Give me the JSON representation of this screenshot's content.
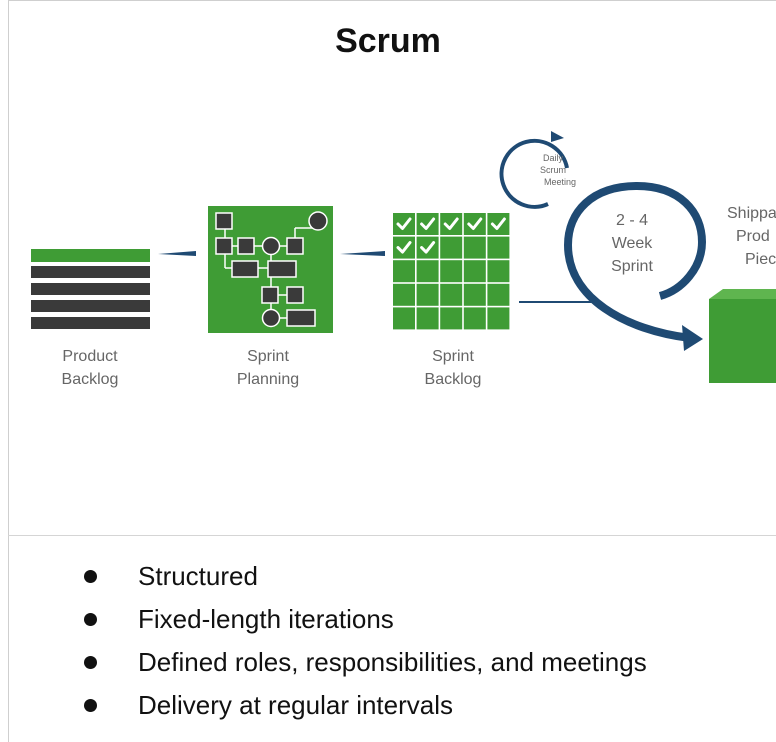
{
  "title": "Scrum",
  "diagram": {
    "stages": [
      {
        "line1": "Product",
        "line2": "Backlog"
      },
      {
        "line1": "Sprint",
        "line2": "Planning"
      },
      {
        "line1": "Sprint",
        "line2": "Backlog"
      }
    ],
    "daily": {
      "line1": "Daily",
      "line2": "Scrum",
      "line3": "Meeting"
    },
    "sprint": {
      "line1": "2 - 4",
      "line2": "Week",
      "line3": "Sprint"
    },
    "shippable": {
      "line1": "Shippa",
      "line2": "Prod",
      "line3": "Piec"
    },
    "colors": {
      "green": "#3f9c35",
      "dark": "#3a3a3a",
      "navy": "#1f4a73",
      "label": "#666666"
    }
  },
  "bullets": [
    "Structured",
    "Fixed-length iterations",
    "Defined roles, responsibilities, and meetings",
    "Delivery at regular intervals"
  ]
}
